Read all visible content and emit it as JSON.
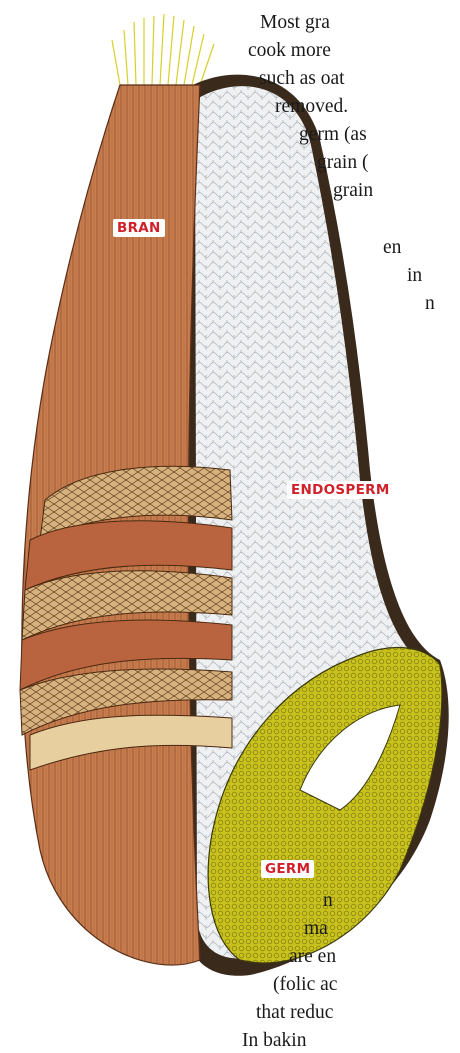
{
  "labels": {
    "bran": "BRAN",
    "endosperm": "ENDOSPERM",
    "germ": "GERM"
  },
  "text_lines": [
    "Most gra",
    "cook more",
    "such as oat",
    "removed.",
    "germ (as",
    "grain (",
    "grain",
    "en",
    "in",
    "n",
    "n",
    "ma",
    "are en",
    "(folic ac",
    "that reduc",
    "In bakin"
  ],
  "colors": {
    "bran": "#c77c4e",
    "endosperm": "#e9ecef",
    "germ": "#c9c21c",
    "hair": "#d8cf2a",
    "label_text": "#d0202a"
  }
}
